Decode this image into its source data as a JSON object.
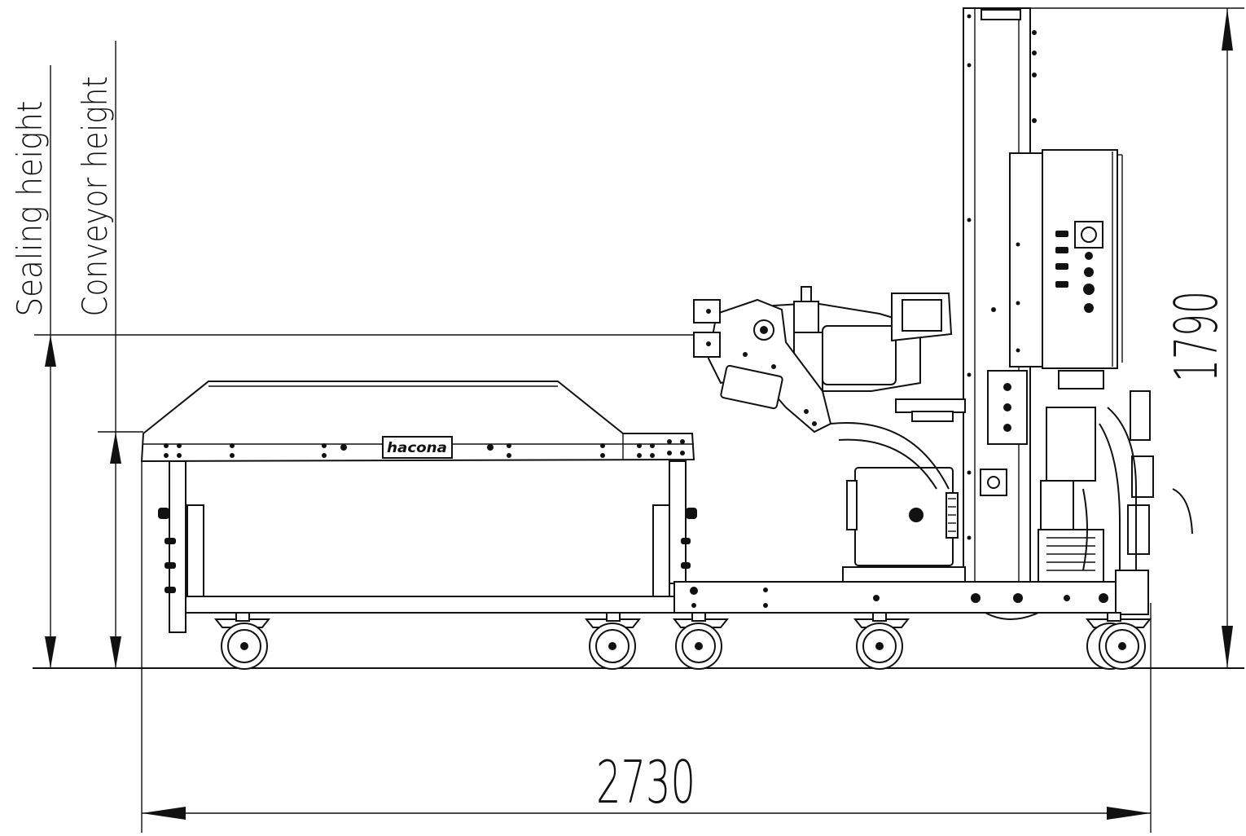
{
  "labels": {
    "sealing_height": "Sealing height",
    "conveyor_height": "Conveyor height"
  },
  "dimensions": {
    "total_length": "2730",
    "total_height": "1790"
  },
  "brand": {
    "logo_text": "hacona"
  }
}
